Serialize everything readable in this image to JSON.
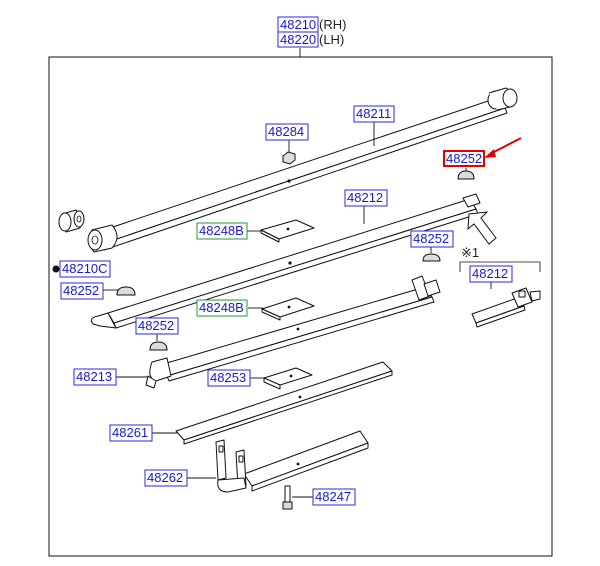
{
  "header": {
    "rh_code": "48210",
    "rh_suffix": "(RH)",
    "lh_code": "48220",
    "lh_suffix": "(LH)"
  },
  "labels": {
    "p48211": "48211",
    "p48284": "48284",
    "p48252_top": "48252",
    "p48212": "48212",
    "p48248b_1": "48248B",
    "p48252_mid": "48252",
    "p48210c": "48210C",
    "p48252_left": "48252",
    "p48248b_2": "48248B",
    "p48252_low": "48252",
    "p48213": "48213",
    "p48253": "48253",
    "p48261": "48261",
    "p48262": "48262",
    "p48247": "48247",
    "detail_mark": "※1",
    "detail_48212": "48212"
  },
  "colors": {
    "label_text": "#1a1acc",
    "label_box": "#2a2ad8",
    "green_box": "#1f9a3a",
    "highlight": "#e60000",
    "arrow": "#e60000"
  },
  "highlighted_part": "48252"
}
